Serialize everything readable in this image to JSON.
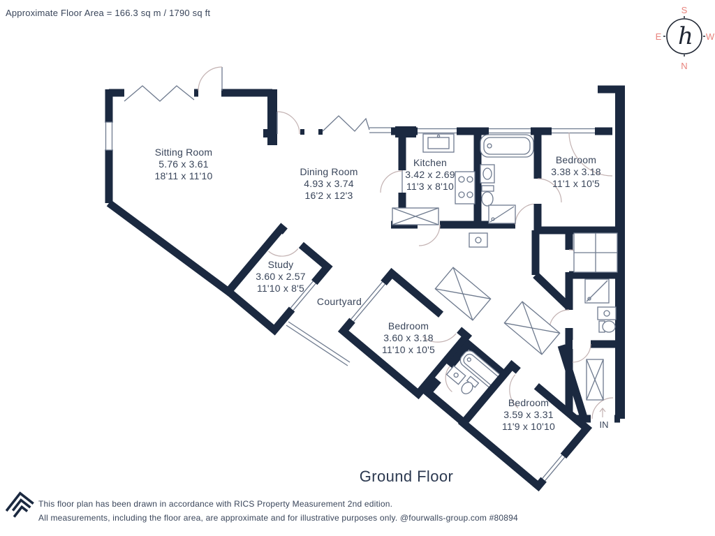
{
  "header": {
    "floor_area": "Approximate Floor Area = 166.3 sq m / 1790 sq ft"
  },
  "compass": {
    "top": "S",
    "left": "E",
    "right": "W",
    "bottom": "N",
    "glyph": "h",
    "letter_color": "#e8837d"
  },
  "rooms": {
    "sitting": {
      "name": "Sitting Room",
      "metric": "5.76 x 3.61",
      "imperial": "18'11 x 11'10"
    },
    "dining": {
      "name": "Dining Room",
      "metric": "4.93 x 3.74",
      "imperial": "16'2 x 12'3"
    },
    "kitchen": {
      "name": "Kitchen",
      "metric": "3.42 x 2.69",
      "imperial": "11'3 x 8'10"
    },
    "bedroom1": {
      "name": "Bedroom",
      "metric": "3.38 x 3.18",
      "imperial": "11'1 x 10'5"
    },
    "study": {
      "name": "Study",
      "metric": "3.60 x 2.57",
      "imperial": "11'10 x 8'5"
    },
    "bedroom2": {
      "name": "Bedroom",
      "metric": "3.60 x 3.18",
      "imperial": "11'10 x 10'5"
    },
    "bedroom3": {
      "name": "Bedroom",
      "metric": "3.59 x 3.31",
      "imperial": "11'9 x 10'10"
    }
  },
  "labels": {
    "courtyard": "Courtyard",
    "floor_title": "Ground Floor",
    "entrance": "IN"
  },
  "footer": {
    "line1": "This floor plan has been drawn in accordance with RICS Property Measurement 2nd edition.",
    "line2": "All measurements, including the floor area, are approximate and for illustrative purposes only. @fourwalls-group.com #80894"
  },
  "colors": {
    "wall": "#1b2940",
    "text": "#39455a",
    "accent": "#e8837d"
  }
}
